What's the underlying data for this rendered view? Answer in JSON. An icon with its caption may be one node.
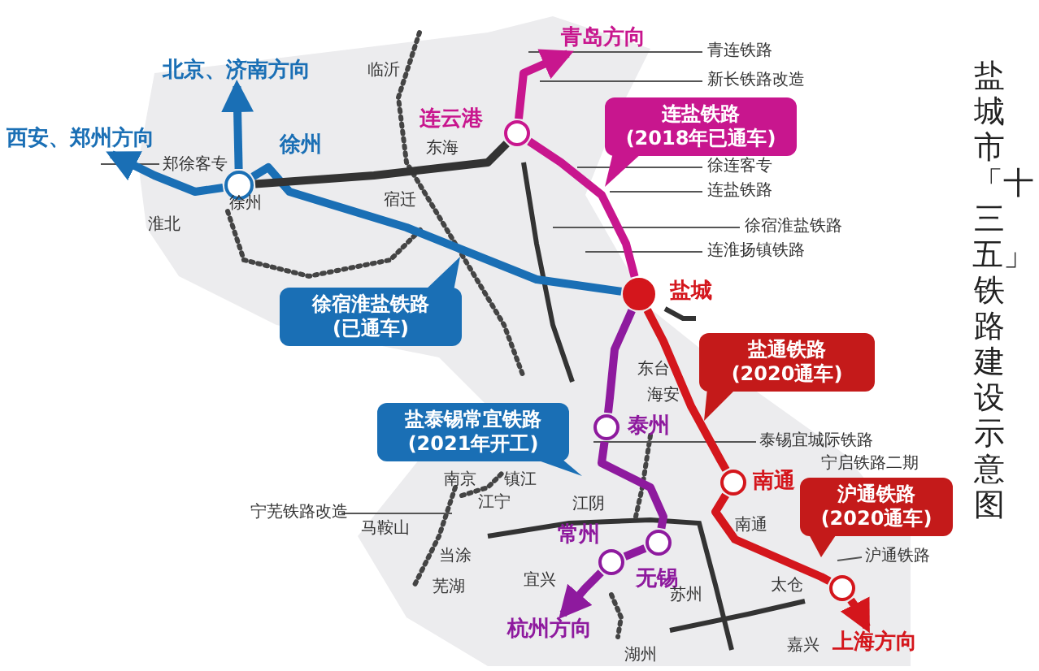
{
  "diagram": {
    "title": "盐城市「十三五」铁路建设示意图",
    "nodes": [
      {
        "text": [
          "徐州"
        ]
      },
      {
        "text": [
          "北京、济南方向"
        ]
      },
      {
        "text": [
          "西安、郑州方向"
        ]
      },
      {
        "text": [
          "连云港"
        ]
      },
      {
        "text": [
          "青岛方向"
        ]
      },
      {
        "text": [
          "盐城"
        ]
      },
      {
        "text": [
          "泰州"
        ]
      },
      {
        "text": [
          "南通"
        ]
      },
      {
        "text": [
          "无锡"
        ]
      },
      {
        "text": [
          "常州"
        ]
      },
      {
        "text": [
          "杭州方向"
        ]
      },
      {
        "text": [],
        "shape": "circle"
      },
      {
        "text": [
          "上海方向"
        ]
      },
      {
        "text": [
          "连盐铁路",
          "(2018年已通车)"
        ]
      },
      {
        "text": [
          "徐宿淮盐铁路",
          "(已通车)"
        ]
      },
      {
        "text": [
          "盐泰锡常宜铁路",
          "(2021年开工)"
        ]
      },
      {
        "text": [
          "盐通铁路",
          "(2020通车)"
        ]
      },
      {
        "text": [
          "沪通铁路",
          "(2020通车)"
        ]
      }
    ],
    "edges": [
      {
        "from": 0,
        "to": 1,
        "arrow": "to",
        "color": "#1a6fb5"
      },
      {
        "from": 0,
        "to": 2,
        "arrow": "to",
        "color": "#1a6fb5"
      },
      {
        "from": 0,
        "to": 5,
        "arrow": "none",
        "color": "#1a6fb5"
      },
      {
        "from": 3,
        "to": 4,
        "arrow": "to",
        "color": "#c8168e"
      },
      {
        "from": 3,
        "to": 5,
        "arrow": "none",
        "color": "#c8168e"
      },
      {
        "from": 5,
        "to": 6,
        "arrow": "none"
      },
      {
        "from": 6,
        "to": 8,
        "arrow": "none"
      },
      {
        "from": 8,
        "to": 9,
        "arrow": "none"
      },
      {
        "from": 9,
        "to": 10,
        "arrow": "to"
      },
      {
        "from": 5,
        "to": 7,
        "arrow": "none",
        "color": "#d4161c"
      },
      {
        "from": 7,
        "to": 11,
        "arrow": "none",
        "color": "#d4161c"
      },
      {
        "from": 11,
        "to": 12,
        "arrow": "to",
        "color": "#d4161c"
      },
      {
        "from": 0,
        "to": 3,
        "arrow": "none",
        "color": "#333333"
      }
    ],
    "labels": [
      "临沂",
      "郑徐客专",
      "东海",
      "青连铁路",
      "新长铁路改造",
      "徐连客专",
      "连盐铁路",
      "徐州",
      "淮北",
      "宿迁",
      "徐宿淮盐铁路",
      "连淮扬镇铁路",
      "东台",
      "海安",
      "泰锡宜城际铁路",
      "宁启铁路二期",
      "南京",
      "镇江",
      "江宁",
      "宁芜铁路改造",
      "江阴",
      "南通",
      "马鞍山",
      "当涂",
      "沪通铁路",
      "太仓",
      "芜湖",
      "宜兴",
      "苏州",
      "湖州",
      "嘉兴"
    ]
  }
}
